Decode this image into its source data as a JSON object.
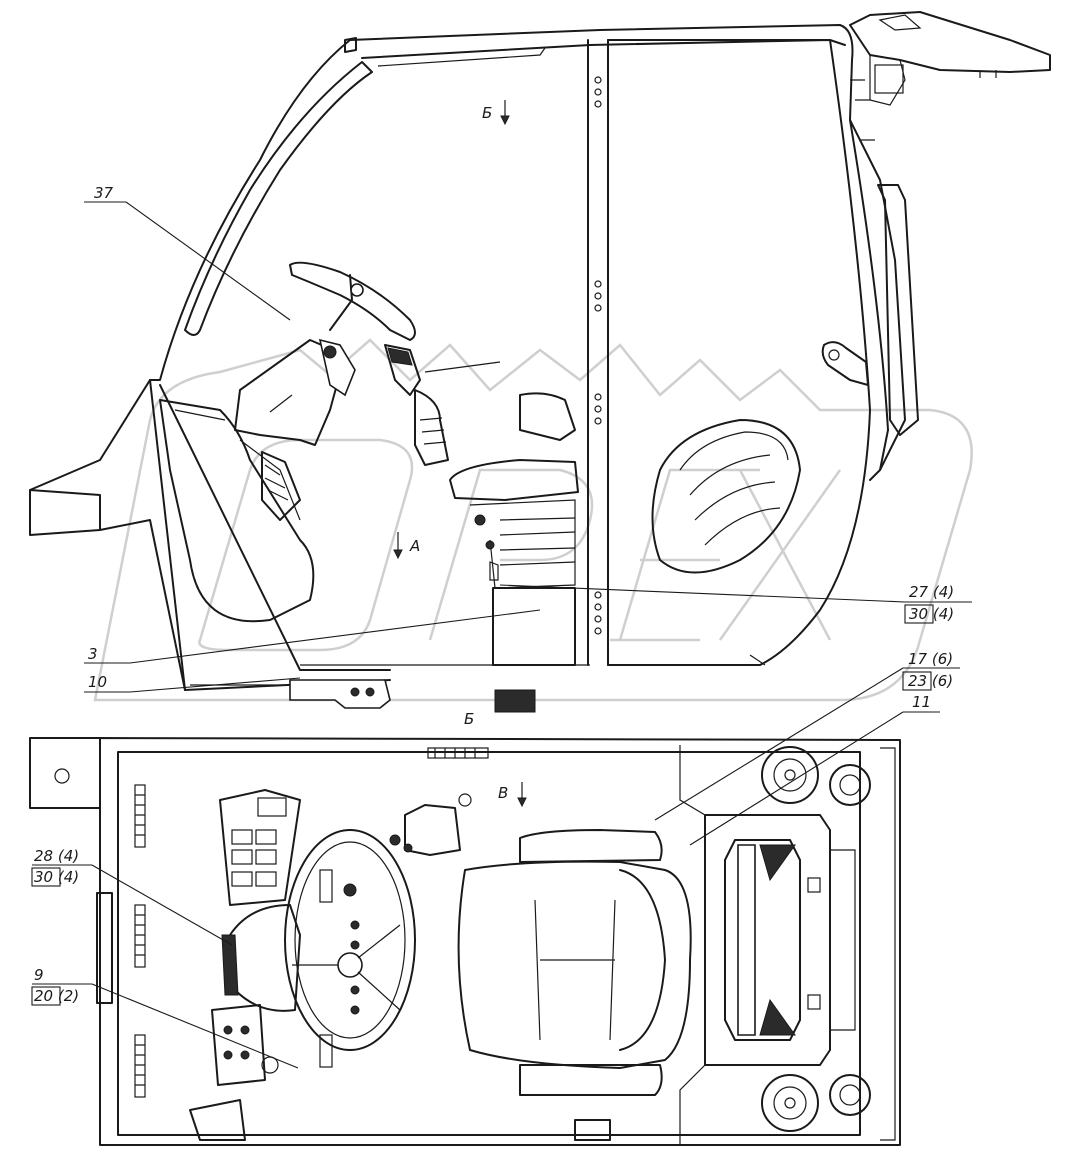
{
  "views": {
    "b_top": "Б",
    "a": "А",
    "b_bottom": "Б",
    "v": "В"
  },
  "callouts": [
    {
      "id": "37",
      "text": "37"
    },
    {
      "id": "27",
      "text": "27 (4)"
    },
    {
      "id": "30a",
      "text": "30 (4)"
    },
    {
      "id": "3",
      "text": "3"
    },
    {
      "id": "10",
      "text": "10"
    },
    {
      "id": "17",
      "text": "17 (6)"
    },
    {
      "id": "23",
      "text": "23 (6)"
    },
    {
      "id": "11",
      "text": "11"
    },
    {
      "id": "28",
      "text": "28 (4)"
    },
    {
      "id": "30b",
      "text": "30 (4)"
    },
    {
      "id": "9",
      "text": "9"
    },
    {
      "id": "20",
      "text": "20 (2)"
    }
  ]
}
